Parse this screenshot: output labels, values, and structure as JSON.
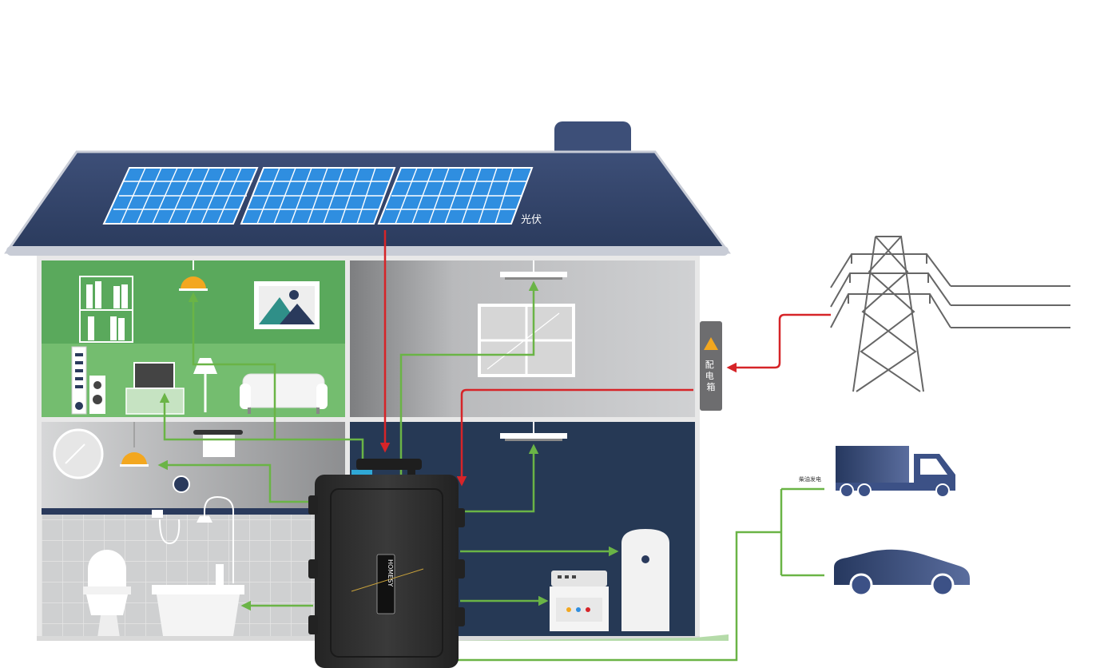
{
  "labels": {
    "solar": "光伏",
    "distribution_box": "配电箱",
    "vehicle_power": "柴油发电"
  },
  "device": {
    "brand": "HOMESY"
  },
  "colors": {
    "roof": "#33456a",
    "roof_edge": "#c8ccd6",
    "solar_panel": "#2f8ee0",
    "solar_grid": "#ffffff",
    "living_room": "#5aa95c",
    "room_grey": "#a8a9ab",
    "room_dark": "#263955",
    "flow_green": "#6ab446",
    "flow_red": "#d62428",
    "pylon": "#666666",
    "vehicle": "#3c5186",
    "case": "#2f2f2f",
    "lamp": "#f3a71f"
  },
  "icons": [
    "solar-panel-icon",
    "pylon-icon",
    "truck-icon",
    "car-icon",
    "warning-icon",
    "lamp-icon",
    "sofa-icon",
    "tv-icon",
    "bookshelf-icon",
    "picture-icon",
    "mirror-icon",
    "toilet-icon",
    "bathtub-icon",
    "shower-icon",
    "window-icon",
    "ceiling-light-icon",
    "stove-icon",
    "water-heater-icon",
    "power-station-icon"
  ]
}
